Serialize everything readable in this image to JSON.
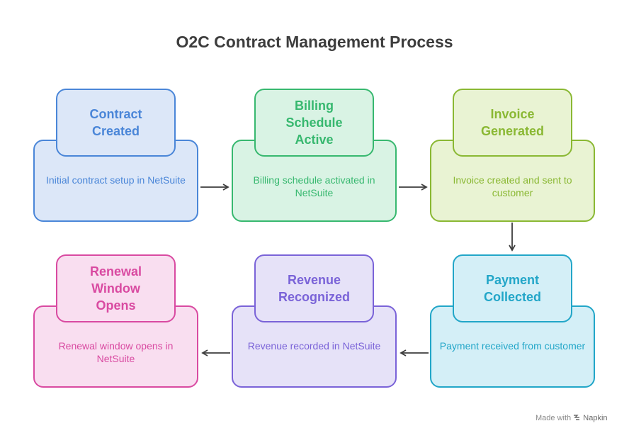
{
  "title": "O2C Contract Management Process",
  "steps": [
    {
      "title": "Contract\nCreated",
      "description": "Initial contract setup in NetSuite",
      "color": "#4a86d8",
      "fill": "#dce7f8"
    },
    {
      "title": "Billing\nSchedule\nActive",
      "description": "Billing schedule activated in NetSuite",
      "color": "#37b86f",
      "fill": "#d9f3e4"
    },
    {
      "title": "Invoice\nGenerated",
      "description": "Invoice created and sent to customer",
      "color": "#8ab833",
      "fill": "#e9f3d3"
    },
    {
      "title": "Payment\nCollected",
      "description": "Payment received from customer",
      "color": "#22a6c8",
      "fill": "#d4eff7"
    },
    {
      "title": "Revenue\nRecognized",
      "description": "Revenue recorded in NetSuite",
      "color": "#7a63d8",
      "fill": "#e6e2f8"
    },
    {
      "title": "Renewal\nWindow\nOpens",
      "description": "Renewal window opens in NetSuite",
      "color": "#d94aa1",
      "fill": "#f9def0"
    }
  ],
  "watermark": {
    "prefix": "Made with",
    "brand": "Napkin",
    "icon": "napkin-logo-icon"
  },
  "arrow_color": "#3d3d3d"
}
